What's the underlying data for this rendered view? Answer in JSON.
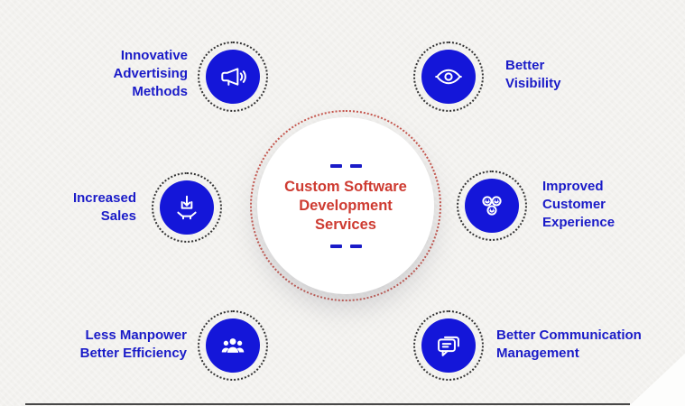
{
  "diagram": {
    "title": "Custom Software\nDevelopment\nServices",
    "title_color": "#ce3b31",
    "label_color": "#1a1bc8",
    "icon_disc_color": "#1416d9",
    "background_color": "#f3f2ef",
    "items": [
      {
        "label": "Innovative\nAdvertising\nMethods",
        "icon": "megaphone-icon"
      },
      {
        "label": "Better\nVisibility",
        "icon": "eye-icon"
      },
      {
        "label": "Increased\nSales",
        "icon": "sales-download-hand-icon"
      },
      {
        "label": "Improved\nCustomer\nExperience",
        "icon": "smiley-faces-icon"
      },
      {
        "label": "Less Manpower\nBetter Efficiency",
        "icon": "people-group-icon"
      },
      {
        "label": "Better Communication\nManagement",
        "icon": "chat-bubbles-icon"
      }
    ]
  }
}
